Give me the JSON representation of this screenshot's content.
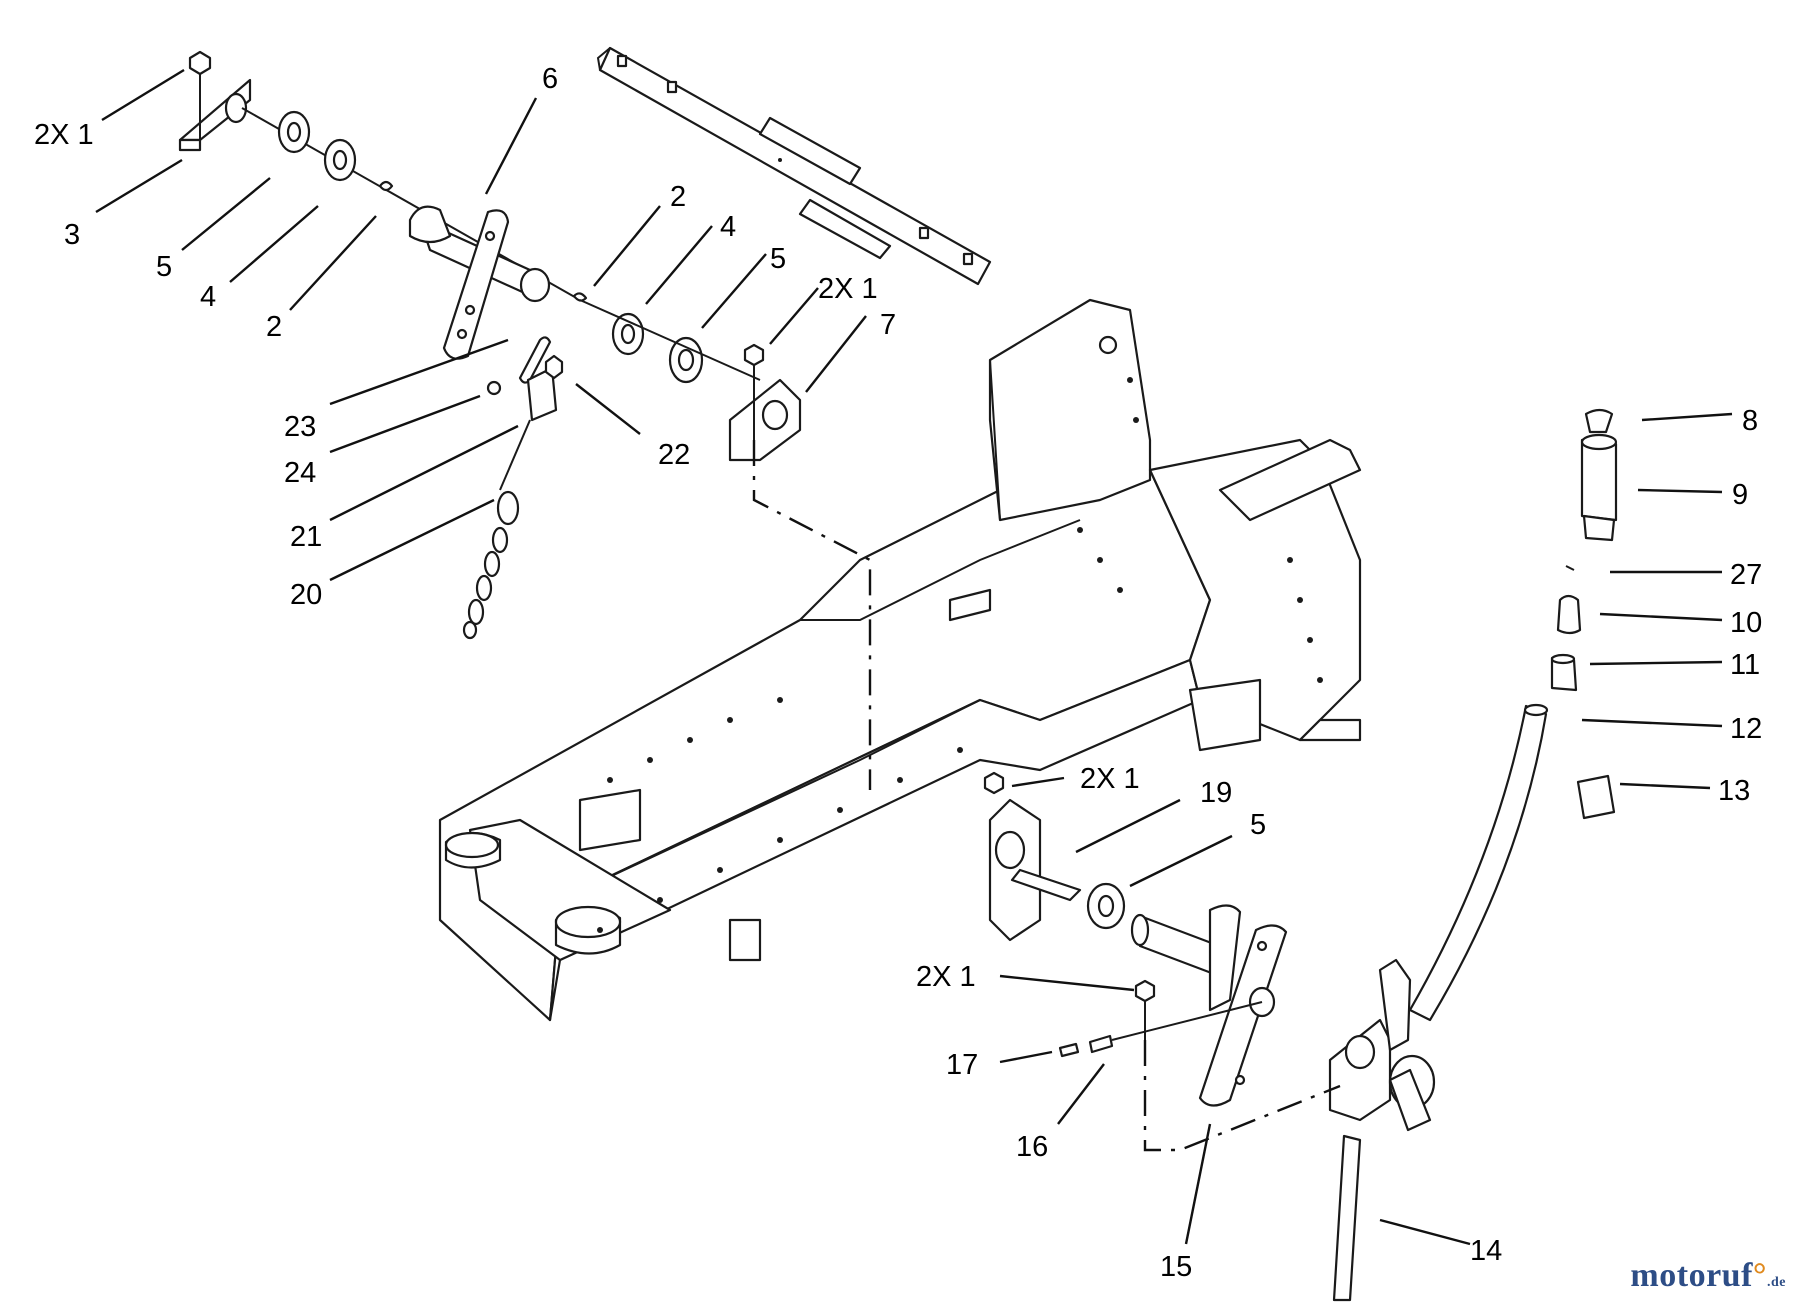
{
  "diagram": {
    "callouts": [
      {
        "id": "c-2x1-top-left",
        "text": "2X 1"
      },
      {
        "id": "c-3",
        "text": "3"
      },
      {
        "id": "c-5-left",
        "text": "5"
      },
      {
        "id": "c-4-left",
        "text": "4"
      },
      {
        "id": "c-2-left",
        "text": "2"
      },
      {
        "id": "c-6",
        "text": "6"
      },
      {
        "id": "c-2-mid",
        "text": "2"
      },
      {
        "id": "c-4-mid",
        "text": "4"
      },
      {
        "id": "c-5-mid",
        "text": "5"
      },
      {
        "id": "c-2x1-mid",
        "text": "2X 1"
      },
      {
        "id": "c-7",
        "text": "7"
      },
      {
        "id": "c-23",
        "text": "23"
      },
      {
        "id": "c-24",
        "text": "24"
      },
      {
        "id": "c-22",
        "text": "22"
      },
      {
        "id": "c-21",
        "text": "21"
      },
      {
        "id": "c-20",
        "text": "20"
      },
      {
        "id": "c-8",
        "text": "8"
      },
      {
        "id": "c-9",
        "text": "9"
      },
      {
        "id": "c-27",
        "text": "27"
      },
      {
        "id": "c-10",
        "text": "10"
      },
      {
        "id": "c-11",
        "text": "11"
      },
      {
        "id": "c-12",
        "text": "12"
      },
      {
        "id": "c-13",
        "text": "13"
      },
      {
        "id": "c-2x1-lower",
        "text": "2X 1"
      },
      {
        "id": "c-19",
        "text": "19"
      },
      {
        "id": "c-5-lower",
        "text": "5"
      },
      {
        "id": "c-2x1-bottom",
        "text": "2X 1"
      },
      {
        "id": "c-17",
        "text": "17"
      },
      {
        "id": "c-16",
        "text": "16"
      },
      {
        "id": "c-15",
        "text": "15"
      },
      {
        "id": "c-14",
        "text": "14"
      }
    ]
  },
  "watermark": {
    "main": "motoruf",
    "accent": "°",
    "suffix": ".de"
  }
}
